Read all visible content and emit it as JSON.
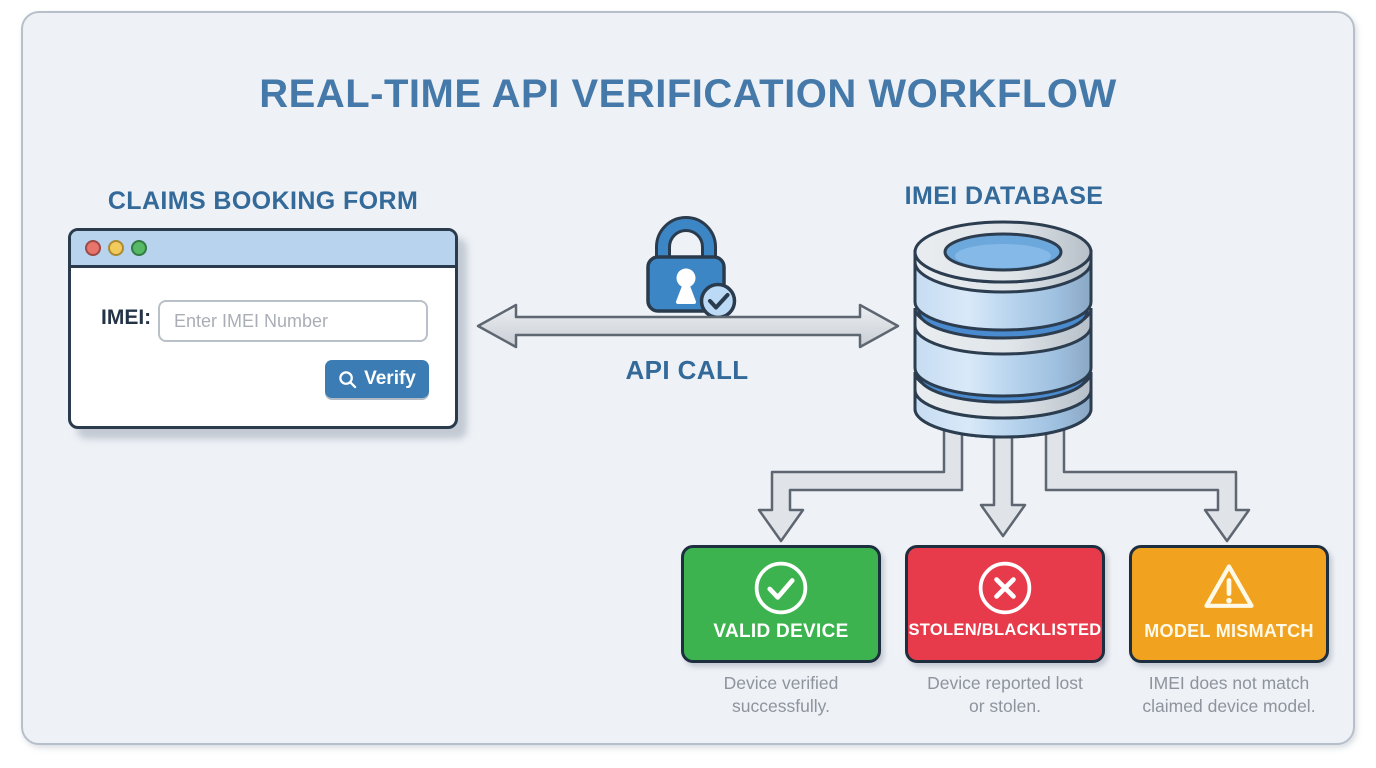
{
  "title": "REAL-TIME API VERIFICATION WORKFLOW",
  "claims_form": {
    "heading": "CLAIMS BOOKING FORM",
    "imei_label": "IMEI:",
    "input_placeholder": "Enter IMEI Number",
    "input_value": "",
    "verify_button_label": "Verify"
  },
  "api_call": {
    "label": "API CALL"
  },
  "database": {
    "heading": "IMEI DATABASE"
  },
  "outcomes": [
    {
      "label": "VALID DEVICE",
      "caption_lines": [
        "Device verified",
        "successfully."
      ],
      "color": "#3cb34e",
      "icon": "check-circle"
    },
    {
      "label": "STOLEN/BLACKLISTED",
      "caption_lines": [
        "Device reported lost",
        "or stolen."
      ],
      "color": "#e73b4b",
      "icon": "x-circle"
    },
    {
      "label": "MODEL MISMATCH",
      "caption_lines": [
        "IMEI does not match",
        "claimed device model."
      ],
      "color": "#f1a21f",
      "icon": "warning-triangle"
    }
  ],
  "colors": {
    "title_text": "#4579a9",
    "heading_text": "#336a99",
    "accent_blue": "#3b7cb5",
    "panel_bg": "#eef1f6",
    "outline_navy": "#2b3b4e",
    "window_titlebar": "#b7d3ee",
    "arrow_fill": "#e0e4e9",
    "arrow_stroke": "#5d6671",
    "caption_text": "#8d949d"
  }
}
